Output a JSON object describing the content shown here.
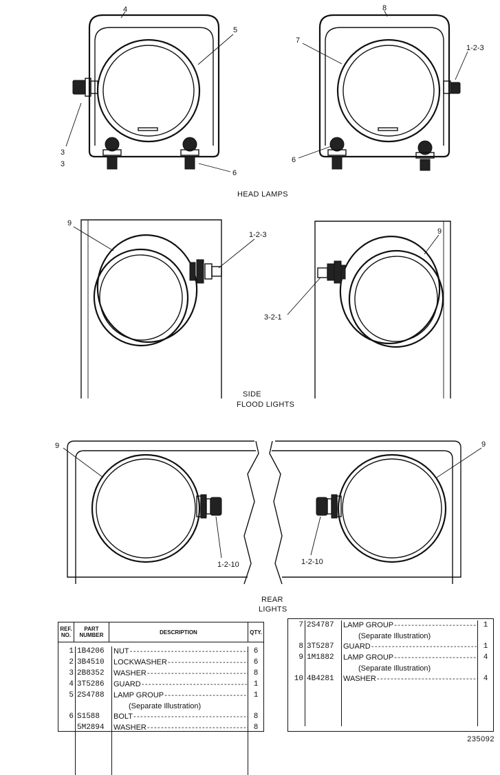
{
  "captions": {
    "head_lamps": "HEAD LAMPS",
    "side_line1": "SIDE",
    "side_line2": "FLOOD LIGHTS",
    "rear_line1": "REAR",
    "rear_line2": "LIGHTS"
  },
  "callouts": {
    "head_left_guard": "4",
    "head_left_lamp": "5",
    "head_left_nut_a": "3",
    "head_left_nut_b": "3",
    "head_left_bolt": "6",
    "head_right_guard": "8",
    "head_right_lamp": "7",
    "head_right_nut": "1-2-3",
    "head_right_bolt": "6",
    "side_left_lamp": "9",
    "side_left_nut": "1-2-3",
    "side_right_lamp": "9",
    "side_right_nut": "3-2-1",
    "rear_left_lamp": "9",
    "rear_left_nut": "1-2-10",
    "rear_right_lamp": "9",
    "rear_right_nut": "1-2-10"
  },
  "table": {
    "headers": {
      "ref": "REF. NO.",
      "part": "PART NUMBER",
      "desc": "DESCRIPTION",
      "qty": "QTY."
    },
    "left_rows": [
      {
        "ref": "1",
        "part": "1B4206",
        "desc": "NUT",
        "qty": "6"
      },
      {
        "ref": "2",
        "part": "3B4510",
        "desc": "LOCKWASHER",
        "qty": "6"
      },
      {
        "ref": "3",
        "part": "2B8352",
        "desc": "WASHER",
        "qty": "8"
      },
      {
        "ref": "4",
        "part": "3T5286",
        "desc": "GUARD",
        "qty": "1"
      },
      {
        "ref": "5",
        "part": "2S4788",
        "desc": "LAMP GROUP",
        "qty": "1"
      },
      {
        "ref": "",
        "part": "",
        "desc": "(Separate Illustration)",
        "qty": ""
      },
      {
        "ref": "6",
        "part": "S1588",
        "desc": "BOLT",
        "qty": "8"
      },
      {
        "ref": "",
        "part": "5M2894",
        "desc": "WASHER",
        "qty": "8"
      }
    ],
    "right_rows": [
      {
        "ref": "7",
        "part": "2S4787",
        "desc": "LAMP GROUP",
        "qty": "1"
      },
      {
        "ref": "",
        "part": "",
        "desc": "(Separate Illustration)",
        "qty": ""
      },
      {
        "ref": "8",
        "part": "3T5287",
        "desc": "GUARD",
        "qty": "1"
      },
      {
        "ref": "9",
        "part": "1M1882",
        "desc": "LAMP GROUP",
        "qty": "4"
      },
      {
        "ref": "",
        "part": "",
        "desc": "(Separate Illustration)",
        "qty": ""
      },
      {
        "ref": "10",
        "part": "4B4281",
        "desc": "WASHER",
        "qty": "4"
      }
    ]
  },
  "drawing_number": "235092"
}
